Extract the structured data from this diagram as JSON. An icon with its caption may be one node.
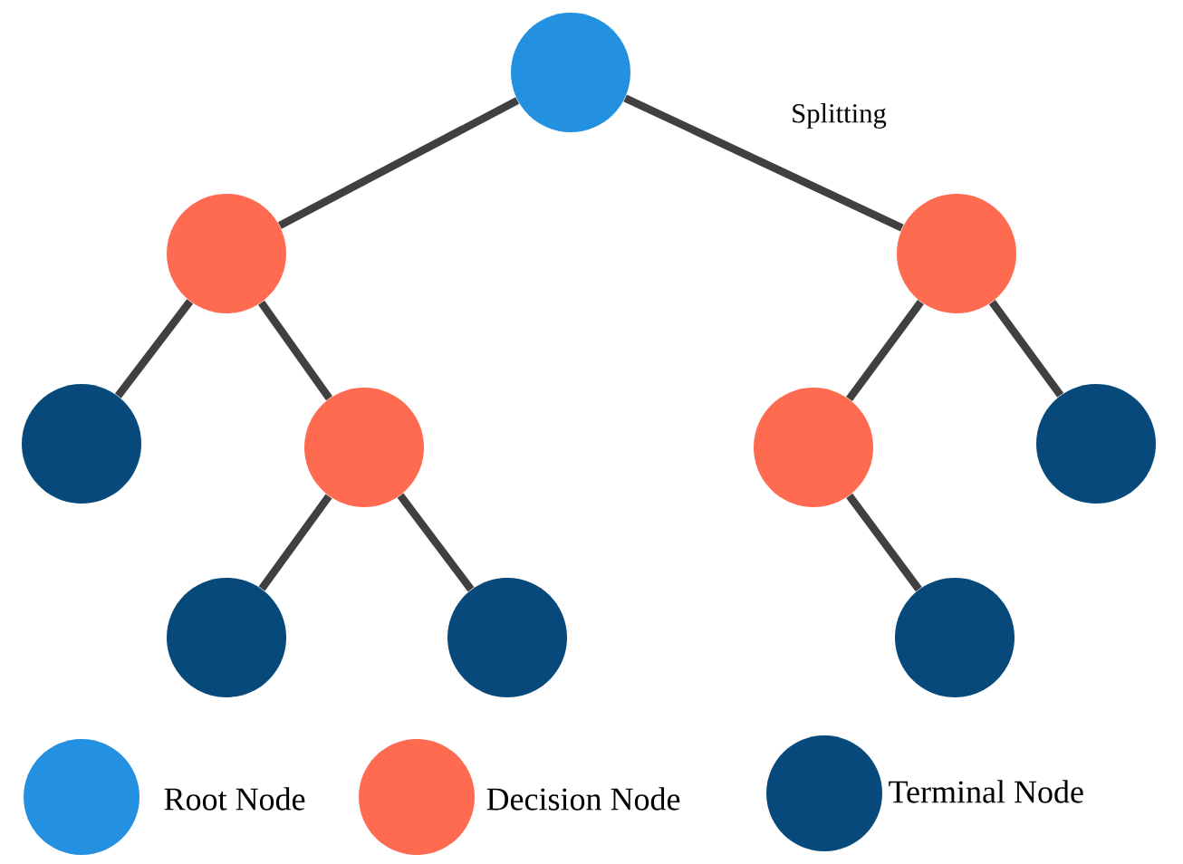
{
  "diagram": {
    "nodes": [
      {
        "text": [],
        "shape": "circle"
      },
      {
        "text": [],
        "shape": "circle"
      },
      {
        "text": [],
        "shape": "circle"
      },
      {
        "text": [],
        "shape": "circle"
      },
      {
        "text": [],
        "shape": "circle"
      },
      {
        "text": [],
        "shape": "circle"
      },
      {
        "text": [],
        "shape": "circle"
      },
      {
        "text": [],
        "shape": "circle"
      },
      {
        "text": [],
        "shape": "circle"
      },
      {
        "text": [],
        "shape": "circle"
      }
    ],
    "edges": [
      {
        "from": 0,
        "to": 1,
        "arrow": "none"
      },
      {
        "from": 0,
        "to": 2,
        "arrow": "none"
      },
      {
        "from": 1,
        "to": 3,
        "arrow": "none"
      },
      {
        "from": 1,
        "to": 4,
        "arrow": "none"
      },
      {
        "from": 2,
        "to": 5,
        "arrow": "none"
      },
      {
        "from": 2,
        "to": 6,
        "arrow": "none"
      },
      {
        "from": 4,
        "to": 7,
        "arrow": "none"
      },
      {
        "from": 4,
        "to": 8,
        "arrow": "none"
      },
      {
        "from": 5,
        "to": 9,
        "arrow": "none"
      }
    ],
    "labels": [
      "Splitting"
    ],
    "legend": [
      {
        "text": "Root Node",
        "color": "#2490e0"
      },
      {
        "text": "Decision Node",
        "color": "#ff6b50"
      },
      {
        "text": "Terminal Node",
        "color": "#06497a"
      }
    ]
  }
}
